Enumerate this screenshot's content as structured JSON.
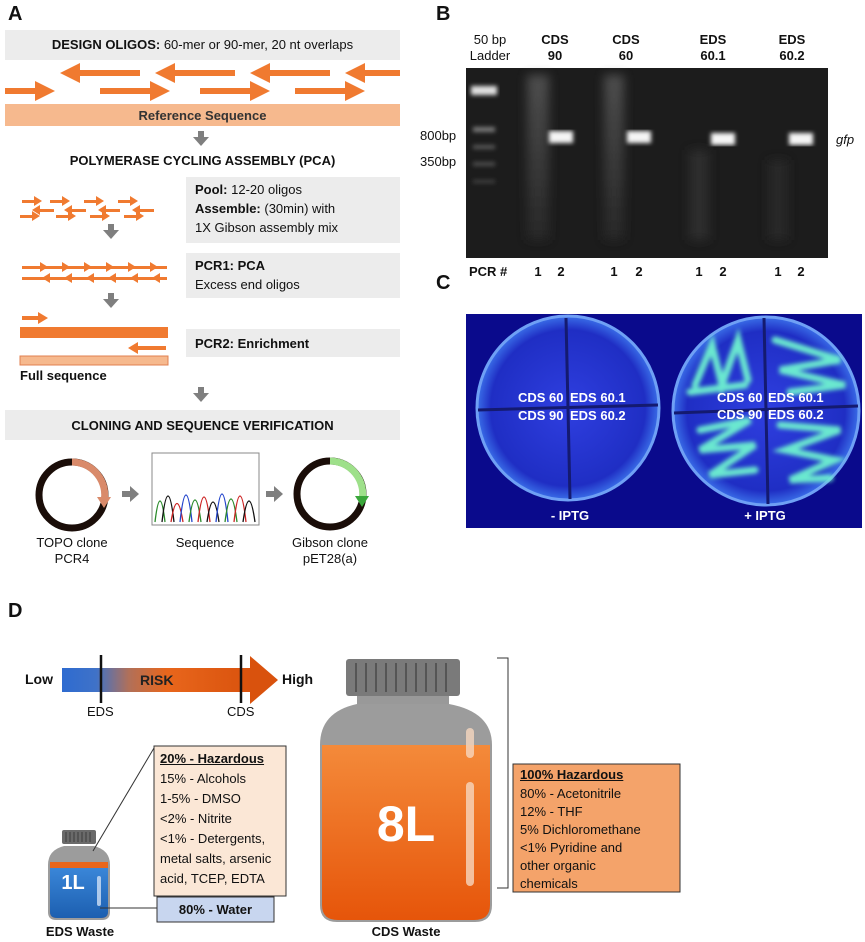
{
  "panelA": {
    "letter": "A",
    "design_label": "DESIGN OLIGOS:",
    "design_text": " 60-mer or 90-mer, 20 nt overlaps",
    "reference": "Reference Sequence",
    "pca_title": "POLYMERASE CYCLING ASSEMBLY (PCA)",
    "pool_label": "Pool:",
    "pool_text": " 12-20 oligos",
    "assemble_label": "Assemble:",
    "assemble_text": " (30min) with",
    "assemble_text2": "1X Gibson assembly mix",
    "pcr1_label": "PCR1: PCA",
    "pcr1_text": "Excess end oligos",
    "pcr2_label": "PCR2: Enrichment",
    "full_sequence": "Full sequence",
    "cloning_title": "CLONING AND SEQUENCE VERIFICATION",
    "topo_line1": "TOPO clone",
    "topo_line2": "PCR4",
    "sequence": "Sequence",
    "gibson_line1": "Gibson clone",
    "gibson_line2": "pET28(a)"
  },
  "panelB": {
    "letter": "B",
    "ladder_line1": "50 bp",
    "ladder_line2": "Ladder",
    "lanes": [
      {
        "line1": "CDS",
        "line2": "90"
      },
      {
        "line1": "CDS",
        "line2": "60"
      },
      {
        "line1": "EDS",
        "line2": "60.1"
      },
      {
        "line1": "EDS",
        "line2": "60.2"
      }
    ],
    "marker_800": "800bp",
    "marker_350": "350bp",
    "gene": "gfp",
    "pcr_label": "PCR #",
    "pcr_numbers": [
      "1",
      "2",
      "1",
      "2",
      "1",
      "2",
      "1",
      "2"
    ]
  },
  "panelC": {
    "letter": "C",
    "plate_labels": {
      "tl": "CDS 60",
      "tr": "EDS 60.1",
      "bl": "CDS 90",
      "br": "EDS 60.2"
    },
    "minus": "- IPTG",
    "plus": "+ IPTG"
  },
  "panelD": {
    "letter": "D",
    "low": "Low",
    "risk": "RISK",
    "high": "High",
    "eds_marker": "EDS",
    "cds_marker": "CDS",
    "small_volume": "1L",
    "large_volume": "8L",
    "eds_box_title": "20% - Hazardous",
    "eds_box_lines": [
      "15% - Alcohols",
      "1-5% - DMSO",
      "<2% - Nitrite",
      "<1% - Detergents,",
      "metal salts, arsenic",
      "acid, TCEP, EDTA"
    ],
    "water": "80% - Water",
    "cds_box_title": "100% Hazardous",
    "cds_box_lines": [
      "80% - Acetonitrile",
      "12% - THF",
      "5%  Dichloromethane",
      "<1% Pyridine and",
      "other organic",
      "chemicals"
    ],
    "eds_waste": "EDS Waste",
    "cds_waste": "CDS Waste"
  },
  "colors": {
    "orange": "#f07a30",
    "peach": "#f6b98e",
    "gray_box": "#ececec",
    "gel_bg": "#1c1c1c",
    "plate_bg": "#0a0a8c",
    "gfp_green": "#6ef2d0",
    "eds_box_bg": "#fbe7d6",
    "cds_box_bg": "#f4a36a",
    "water_box_bg": "#c8d6ef",
    "blue_bottle": "#2b74c6",
    "orange_bottle": "#f06a12"
  }
}
